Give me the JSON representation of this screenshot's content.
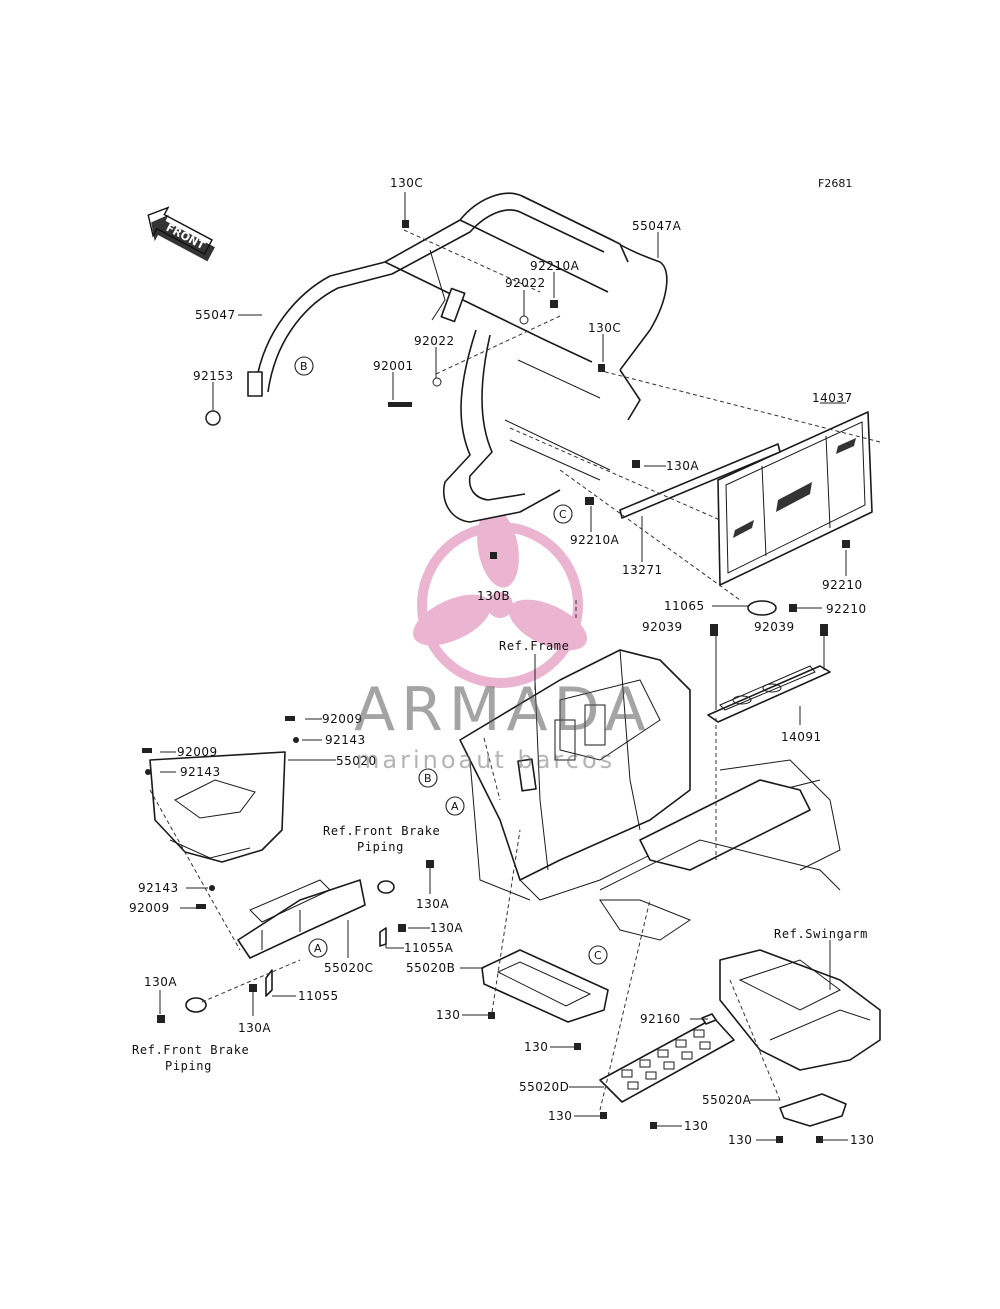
{
  "figure_id": "F2681",
  "front_arrow_label": "FRONT",
  "watermark": {
    "brand": "ARMADA",
    "tagline": "marinoaut barcos",
    "logo_color": "#e8a8c8"
  },
  "callouts": [
    "A",
    "B",
    "C"
  ],
  "references": {
    "frame": "Ref.Frame",
    "swingarm": "Ref.Swingarm",
    "front_brake_1_line1": "Ref.Front Brake",
    "front_brake_1_line2": "Piping",
    "front_brake_2_line1": "Ref.Front Brake",
    "front_brake_2_line2": "Piping"
  },
  "part_labels": {
    "p130c_top": "130C",
    "p55047a": "55047A",
    "p92210a_top": "92210A",
    "p92022_top": "92022",
    "p55047": "55047",
    "p92022_mid": "92022",
    "p130c_mid": "130C",
    "p92153": "92153",
    "p92001": "92001",
    "p14037": "14037",
    "p130a_rack": "130A",
    "p92210a_low": "92210A",
    "p13271": "13271",
    "p92210_a": "92210",
    "p130b": "130B",
    "p11065": "11065",
    "p92210_b": "92210",
    "p92039_l": "92039",
    "p92039_r": "92039",
    "p14091": "14091",
    "p92009_top": "92009",
    "p92143_top": "92143",
    "p92009_left": "92009",
    "p92143_left": "92143",
    "p55020": "55020",
    "p92143_low": "92143",
    "p92009_low": "92009",
    "p130a_brake": "130A",
    "p130a_mid": "130A",
    "p11055a": "11055A",
    "p55020c": "55020C",
    "p55020b": "55020B",
    "p11055": "11055",
    "p130a_left": "130A",
    "p130a_low": "130A",
    "p130_guard1": "130",
    "p130_guard2": "130",
    "p92160": "92160",
    "p55020d": "55020D",
    "p130_d1": "130",
    "p130_d2": "130",
    "p55020a": "55020A",
    "p130_a1": "130",
    "p130_a2": "130"
  }
}
